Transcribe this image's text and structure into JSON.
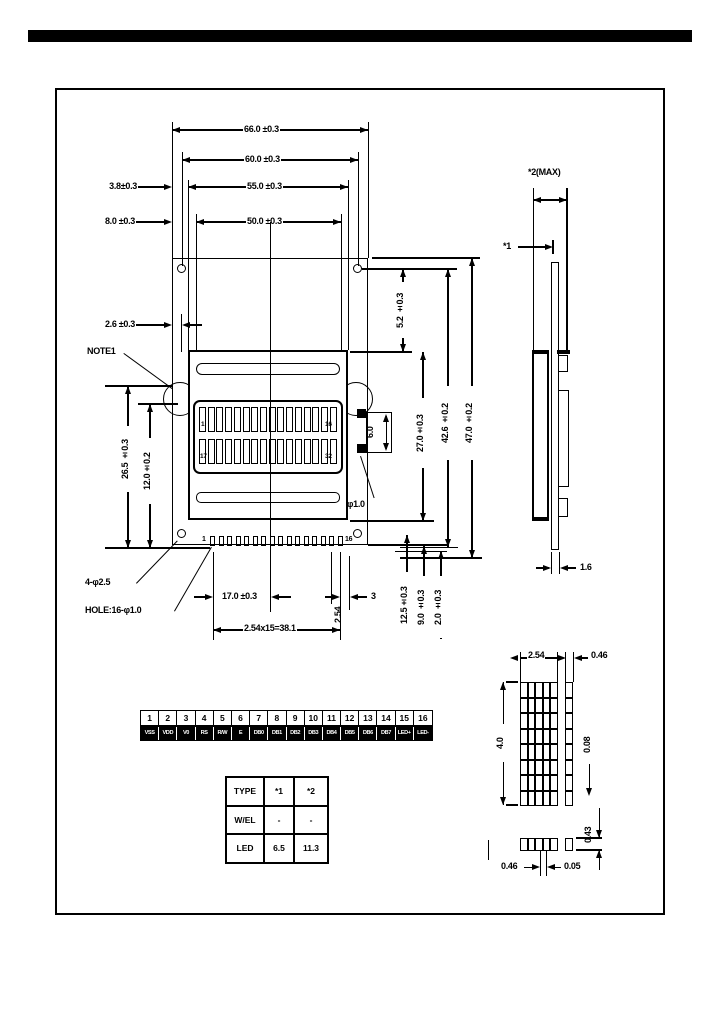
{
  "colors": {
    "ink": "#000000",
    "paper": "#ffffff"
  },
  "labels": {
    "t66": "66.0 ±0.3",
    "t60": "60.0 ±0.3",
    "t55": "55.0 ±0.3",
    "t50": "50.0 ±0.3",
    "t38": "3.8±0.3",
    "t80": "8.0 ±0.3",
    "t26": "2.6 ±0.3",
    "note1": "NOTE1",
    "t265": "26.5 ±0.3",
    "t120": "12.0±0.2",
    "t52": "5.2 ±0.3",
    "t270": "27.0±0.3",
    "t426": "42.6 ±0.2",
    "t470": "47.0 ±0.2",
    "t60b": "6.0",
    "phi10": "φ1.0",
    "t170": "17.0 ±0.3",
    "t381": "2.54x15=38.1",
    "t254": "2.54",
    "t3": "3",
    "h4": "4-φ2.5",
    "h16": "HOLE:16-φ1.0",
    "t125": "12.5±0.3",
    "t90": "9.0 ±0.3",
    "t20": "2.0 ±0.3",
    "p1": "1",
    "p16": "16",
    "s2max": "*2(MAX)",
    "s1": "*1",
    "t16": "1.6",
    "d254": "2.54",
    "d046": "0.46",
    "d40": "4.0",
    "d008": "0.08",
    "d046b": "0.46",
    "d005": "0.05",
    "d043": "0.43"
  },
  "display": {
    "c1": "1",
    "c16": "16",
    "c17": "17",
    "c32": "32"
  },
  "pin_table": {
    "numbers": [
      "1",
      "2",
      "3",
      "4",
      "5",
      "6",
      "7",
      "8",
      "9",
      "10",
      "11",
      "12",
      "13",
      "14",
      "15",
      "16"
    ],
    "signals": [
      "VSS",
      "VDD",
      "V0",
      "RS",
      "R/W",
      "E",
      "DB0",
      "DB1",
      "DB2",
      "DB3",
      "DB4",
      "DB5",
      "DB6",
      "DB7",
      "LED+",
      "LED-"
    ]
  },
  "type_table": {
    "rows": [
      [
        "TYPE",
        "*1",
        "*2"
      ],
      [
        "W/EL",
        "-",
        "-"
      ],
      [
        "LED",
        "6.5",
        "11.3"
      ]
    ]
  }
}
